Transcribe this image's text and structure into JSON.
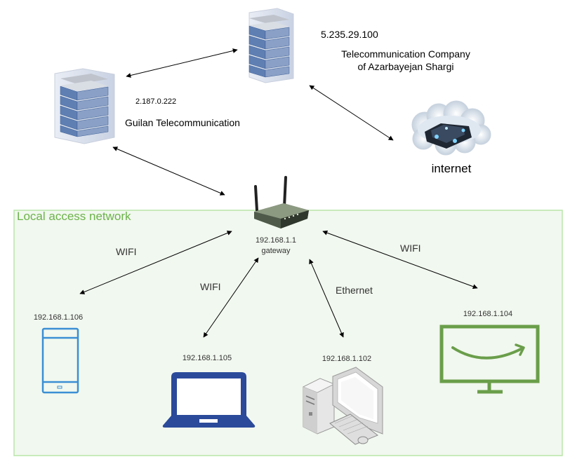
{
  "region": {
    "label": "Local access network",
    "border_color": "#b9e6a8",
    "fill_color": "#f1f8ef",
    "label_color": "#6cb24a"
  },
  "nodes": {
    "isp_azar": {
      "ip": "5.235.29.100",
      "name_line1": "Telecommunication Company",
      "name_line2": "of Azarbayejan Shargi"
    },
    "isp_guilan": {
      "ip": "2.187.0.222",
      "name": "Guilan Telecommunication"
    },
    "internet": {
      "label": "internet"
    },
    "router": {
      "ip": "192.168.1.1",
      "role": "gateway"
    },
    "phone": {
      "ip": "192.168.1.106",
      "color": "#3a8fd4"
    },
    "laptop": {
      "ip": "192.168.1.105",
      "color": "#2b4a9a"
    },
    "desktop": {
      "ip": "192.168.1.102"
    },
    "tv": {
      "ip": "192.168.1.104",
      "color": "#6a9e4a"
    }
  },
  "links": {
    "router_phone": "WIFI",
    "router_laptop": "WIFI",
    "router_desktop": "Ethernet",
    "router_tv": "WIFI"
  }
}
